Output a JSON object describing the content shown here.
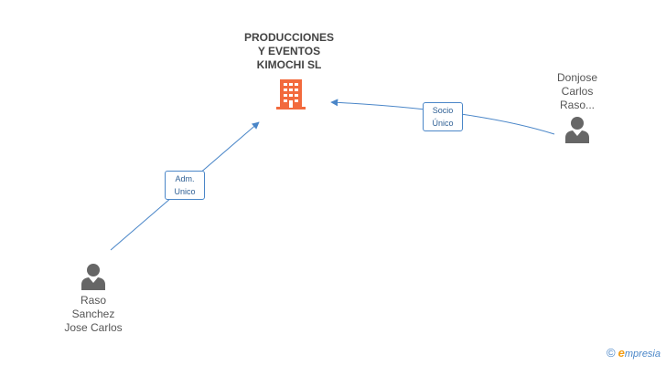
{
  "colors": {
    "edge": "#4a86c8",
    "company_icon": "#f26a3d",
    "person_icon": "#666666"
  },
  "company": {
    "name": "PRODUCCIONES\nY EVENTOS\nKIMOCHI SL",
    "icon": "building-icon"
  },
  "people": [
    {
      "name": "Raso\nSanchez\nJose Carlos",
      "icon": "person-icon"
    },
    {
      "name": "Donjose\nCarlos\nRaso...",
      "icon": "person-icon"
    }
  ],
  "relations": [
    {
      "label": "Adm.\nUnico"
    },
    {
      "label": "Socio\nÚnico"
    }
  ],
  "brand": {
    "copyright": "©",
    "e": "e",
    "rest": "mpresia"
  }
}
